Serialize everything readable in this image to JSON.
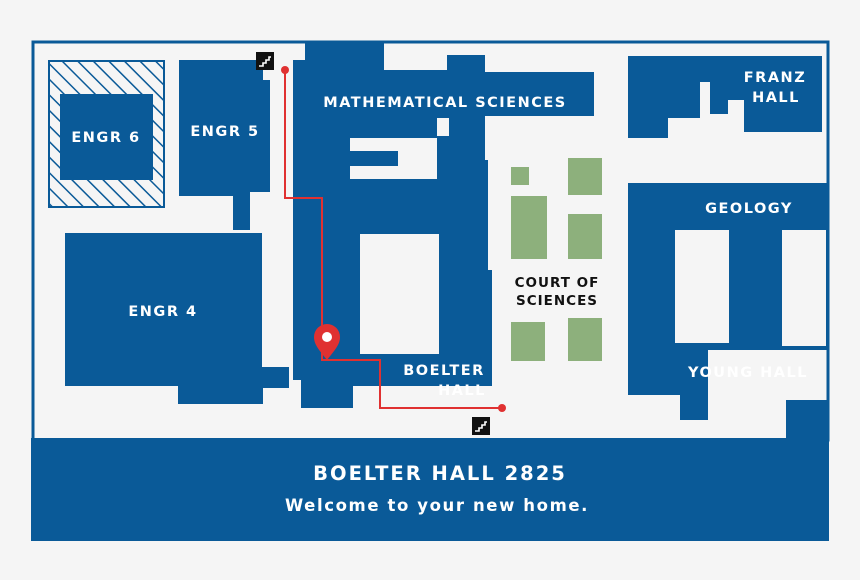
{
  "map": {
    "colors": {
      "background": "#f5f5f5",
      "building": "#0a5a98",
      "courtyard": "#f5f5f5",
      "lawn": "#8db07c",
      "route": "#e03131",
      "icon_bg": "#111111"
    },
    "buildings": {
      "engr6": "ENGR 6",
      "engr5": "ENGR 5",
      "engr4": "ENGR 4",
      "math_sciences": "MATHEMATICAL SCIENCES",
      "boelter_line1": "BOELTER",
      "boelter_line2": "HALL",
      "court_line1": "COURT OF",
      "court_line2": "SCIENCES",
      "franz_line1": "FRANZ",
      "franz_line2": "HALL",
      "geology": "GEOLOGY",
      "young_hall": "YOUNG HALL"
    },
    "icons": [
      "stairs-icon",
      "stairs-icon",
      "location-pin-icon"
    ],
    "banner": {
      "title": "BOELTER HALL 2825",
      "subtitle": "Welcome to your new home."
    }
  }
}
